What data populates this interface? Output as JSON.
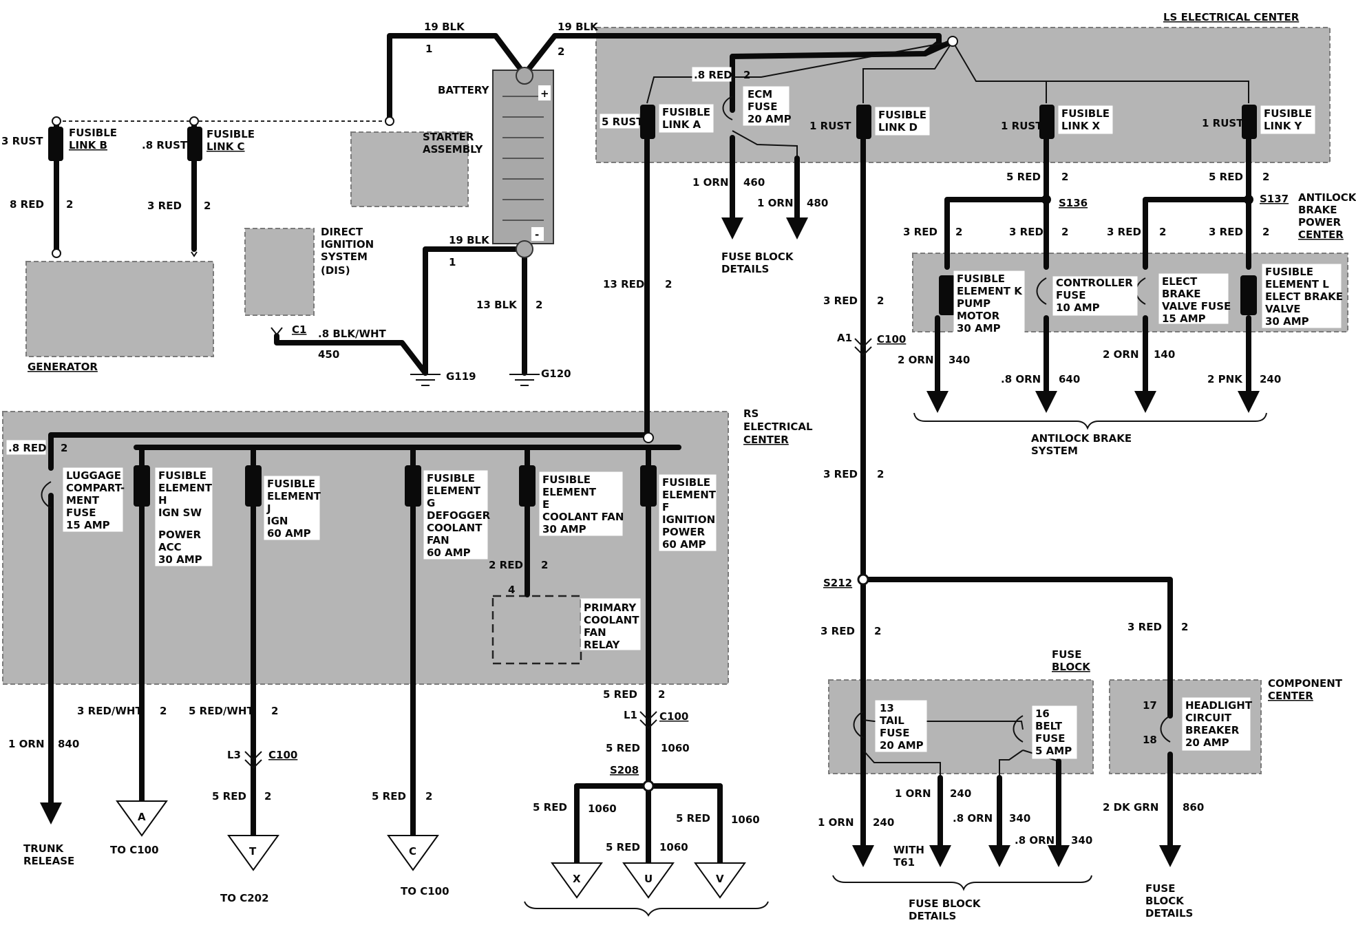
{
  "components": {
    "ls_center": "LS ELECTRICAL CENTER",
    "battery": "BATTERY",
    "battery_pos": "+",
    "battery_neg": "-",
    "starter": [
      "STARTER",
      "ASSEMBLY"
    ],
    "dis": [
      "DIRECT",
      "IGNITION",
      "SYSTEM",
      "(DIS)"
    ],
    "generator": "GENERATOR",
    "rs_center": [
      "RS",
      "ELECTRICAL",
      "CENTER"
    ],
    "antilock_center": [
      "ANTILOCK",
      "BRAKE",
      "POWER",
      "CENTER"
    ],
    "fuse_block": [
      "FUSE",
      "BLOCK"
    ],
    "component_center": [
      "COMPONENT",
      "CENTER"
    ],
    "relay": [
      "PRIMARY",
      "COOLANT",
      "FAN",
      "RELAY"
    ]
  },
  "links": {
    "b": [
      "FUSIBLE",
      "LINK B"
    ],
    "c": [
      "FUSIBLE",
      "LINK C"
    ],
    "a": [
      "FUSIBLE",
      "LINK A"
    ],
    "d": [
      "FUSIBLE",
      "LINK D"
    ],
    "x": [
      "FUSIBLE",
      "LINK X"
    ],
    "y": [
      "FUSIBLE",
      "LINK Y"
    ],
    "ecm": [
      "ECM",
      "FUSE",
      "20 AMP"
    ]
  },
  "elements": {
    "k": [
      "FUSIBLE",
      "ELEMENT K",
      "PUMP",
      "MOTOR",
      "30 AMP"
    ],
    "ctrl": [
      "CONTROLLER",
      "FUSE",
      "10 AMP"
    ],
    "ebv": [
      "ELECT",
      "BRAKE",
      "VALVE FUSE",
      "15 AMP"
    ],
    "l": [
      "FUSIBLE",
      "ELEMENT L",
      "ELECT BRAKE",
      "VALVE",
      "30 AMP"
    ],
    "lug": [
      "LUGGAGE",
      "COMPART-",
      "MENT",
      "FUSE",
      "15 AMP"
    ],
    "h": [
      "FUSIBLE",
      "ELEMENT",
      "H",
      "IGN SW",
      "",
      "POWER",
      "ACC",
      "30 AMP"
    ],
    "j": [
      "FUSIBLE",
      "ELEMENT",
      "J",
      "IGN",
      "60 AMP"
    ],
    "g": [
      "FUSIBLE",
      "ELEMENT",
      "G",
      "DEFOGGER",
      "COOLANT",
      "FAN",
      "60 AMP"
    ],
    "e": [
      "FUSIBLE",
      "ELEMENT",
      "E",
      "COOLANT FAN",
      "30 AMP"
    ],
    "f": [
      "FUSIBLE",
      "ELEMENT",
      "F",
      "IGNITION",
      "POWER",
      "60 AMP"
    ],
    "tail": [
      "13",
      "TAIL",
      "FUSE",
      "20 AMP"
    ],
    "belt": [
      "16",
      "BELT",
      "FUSE",
      "5 AMP"
    ],
    "headlight": [
      "HEADLIGHT",
      "CIRCUIT",
      "BREAKER",
      "20 AMP"
    ]
  },
  "wires": {
    "blk19_a": "19 BLK",
    "one_a": "1",
    "blk19_b": "19 BLK",
    "two_b": "2",
    "blk19_c": "19 BLK",
    "one_c": "1",
    "blk13": "13 BLK",
    "two_13": "2",
    "rust3": "3 RUST",
    "rust8": ".8 RUST",
    "red8": "8 RED",
    "two_red8": "2",
    "red3_gen": "3 RED",
    "two_gen": "2",
    "blkwht": ".8 BLK/WHT",
    "c1": "C1",
    "n450": "450",
    "red08": ".8 RED",
    "two_red08": "2",
    "rust5": "5 RUST",
    "rust1_d": "1 RUST",
    "rust1_x": "1 RUST",
    "rust1_y": "1 RUST",
    "orn1_460": "1 ORN",
    "n460": "460",
    "orn1_480": "1 ORN",
    "n480": "480",
    "red13": "13 RED",
    "two_13red": "2",
    "red5_x": "5 RED",
    "two_5x": "2",
    "red5_y": "5 RED",
    "two_5y": "2",
    "s136": "S136",
    "s137": "S137",
    "red3_k": "3 RED",
    "two_k": "2",
    "red3_c": "3 RED",
    "two_c": "2",
    "red3_e": "3 RED",
    "two_e": "2",
    "red3_l": "3 RED",
    "two_l": "2",
    "red3_d": "3 RED",
    "two_d": "2",
    "a1": "A1",
    "c100_a": "C100",
    "orn2_340": "2 ORN",
    "n340": "340",
    "orn08_640": ".8 ORN",
    "n640": "640",
    "orn2_140": "2 ORN",
    "n140": "140",
    "pnk2": "2 PNK",
    "n240": "240",
    "red3_mid": "3 RED",
    "two_mid": "2",
    "s212": "S212",
    "red3_fb": "3 RED",
    "two_fb": "2",
    "red3_cc": "3 RED",
    "two_cc": "2",
    "red08_rs": ".8 RED",
    "two_rs": "2",
    "red2_relay": "2 RED",
    "two_relay": "2",
    "four_relay": "4",
    "red5_f": "5 RED",
    "two_f": "2",
    "l1": "L1",
    "c100_b": "C100",
    "red5_1060": "5 RED",
    "n1060": "1060",
    "s208": "S208",
    "red5_x2": "5 RED",
    "n1060_x": "1060",
    "red5_u": "5 RED",
    "n1060_u": "1060",
    "red5_v": "5 RED",
    "n1060_v": "1060",
    "redwht3": "3 RED/WHT",
    "two_h": "2",
    "redwht5": "5 RED/WHT",
    "two_j": "2",
    "l3": "L3",
    "c100_c": "C100",
    "red5_t": "5 RED",
    "two_t": "2",
    "red5_g": "5 RED",
    "two_g": "2",
    "orn1_840": "1 ORN",
    "n840": "840",
    "orn1_240a": "1 ORN",
    "n240a": "240",
    "orn1_240b": "1 ORN",
    "n240b": "240",
    "orn08_340a": ".8 ORN",
    "n340a": "340",
    "orn08_340b": ".8 ORN",
    "n340b": "340",
    "dkgrn": "2 DK GRN",
    "n860": "860",
    "seventeen": "17",
    "eighteen": "18",
    "g119": "G119",
    "g120": "G120"
  },
  "destinations": {
    "fuse_block_details_top": [
      "FUSE BLOCK",
      "DETAILS"
    ],
    "antilock_system": [
      "ANTILOCK BRAKE",
      "SYSTEM"
    ],
    "trunk": [
      "TRUNK",
      "RELEASE"
    ],
    "a": "A",
    "to_c100_a": "TO C100",
    "t": "T",
    "to_c202": "TO C202",
    "c": "C",
    "to_c100_c": "TO C100",
    "x": "X",
    "u": "U",
    "v": "V",
    "with_t61": [
      "WITH",
      "T61"
    ],
    "fuse_block_details_bottom": [
      "FUSE BLOCK",
      "DETAILS"
    ],
    "fuse_block_details_right": [
      "FUSE",
      "BLOCK",
      "DETAILS"
    ]
  }
}
